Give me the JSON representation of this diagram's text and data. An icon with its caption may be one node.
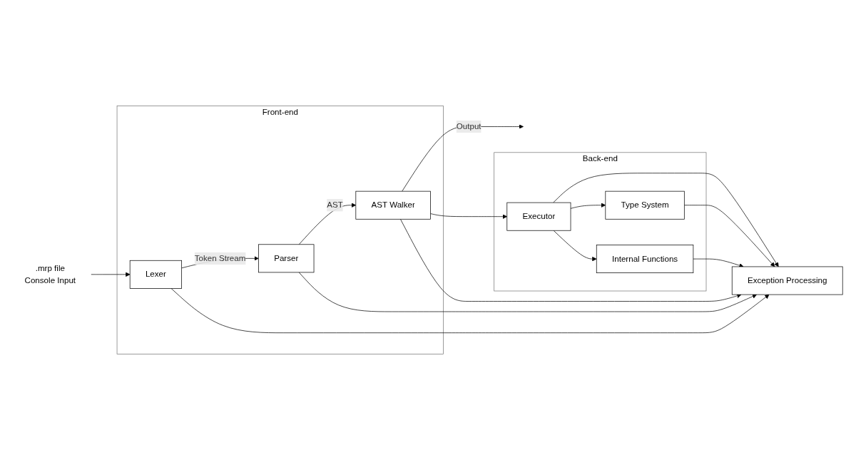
{
  "diagram": {
    "nodes": [
      {
        "text": [
          ".mrp file",
          "Console Input"
        ]
      },
      {
        "text": [
          "Front-end"
        ]
      },
      {
        "text": [
          "Lexer"
        ],
        "in": 1
      },
      {
        "text": [
          "Parser"
        ],
        "in": 1
      },
      {
        "text": [
          "AST Walker"
        ],
        "in": 1
      },
      {
        "text": [
          "Back-end"
        ]
      },
      {
        "text": [
          "Executor"
        ],
        "in": 5
      },
      {
        "text": [
          "Type System"
        ],
        "in": 5
      },
      {
        "text": [
          "Internal Functions"
        ],
        "in": 5
      },
      {
        "text": [
          "Exception Processing"
        ]
      }
    ],
    "edges": [
      {
        "from": 0,
        "to": 2,
        "arrow": "to"
      },
      {
        "from": 2,
        "to": 3,
        "arrow": "to",
        "label": "Token Stream"
      },
      {
        "from": 3,
        "to": 4,
        "arrow": "to",
        "label": "AST"
      },
      {
        "from": 4,
        "to": null,
        "arrow": "to",
        "label": "Output"
      },
      {
        "from": 4,
        "to": 6,
        "arrow": "to"
      },
      {
        "from": 2,
        "to": 9,
        "arrow": "to"
      },
      {
        "from": 3,
        "to": 9,
        "arrow": "to"
      },
      {
        "from": 4,
        "to": 9,
        "arrow": "to"
      },
      {
        "from": 6,
        "to": 9,
        "arrow": "to"
      },
      {
        "from": 6,
        "to": 7,
        "arrow": "to"
      },
      {
        "from": 6,
        "to": 8,
        "arrow": "to"
      },
      {
        "from": 7,
        "to": 9,
        "arrow": "to"
      },
      {
        "from": 8,
        "to": 9,
        "arrow": "to"
      }
    ]
  }
}
